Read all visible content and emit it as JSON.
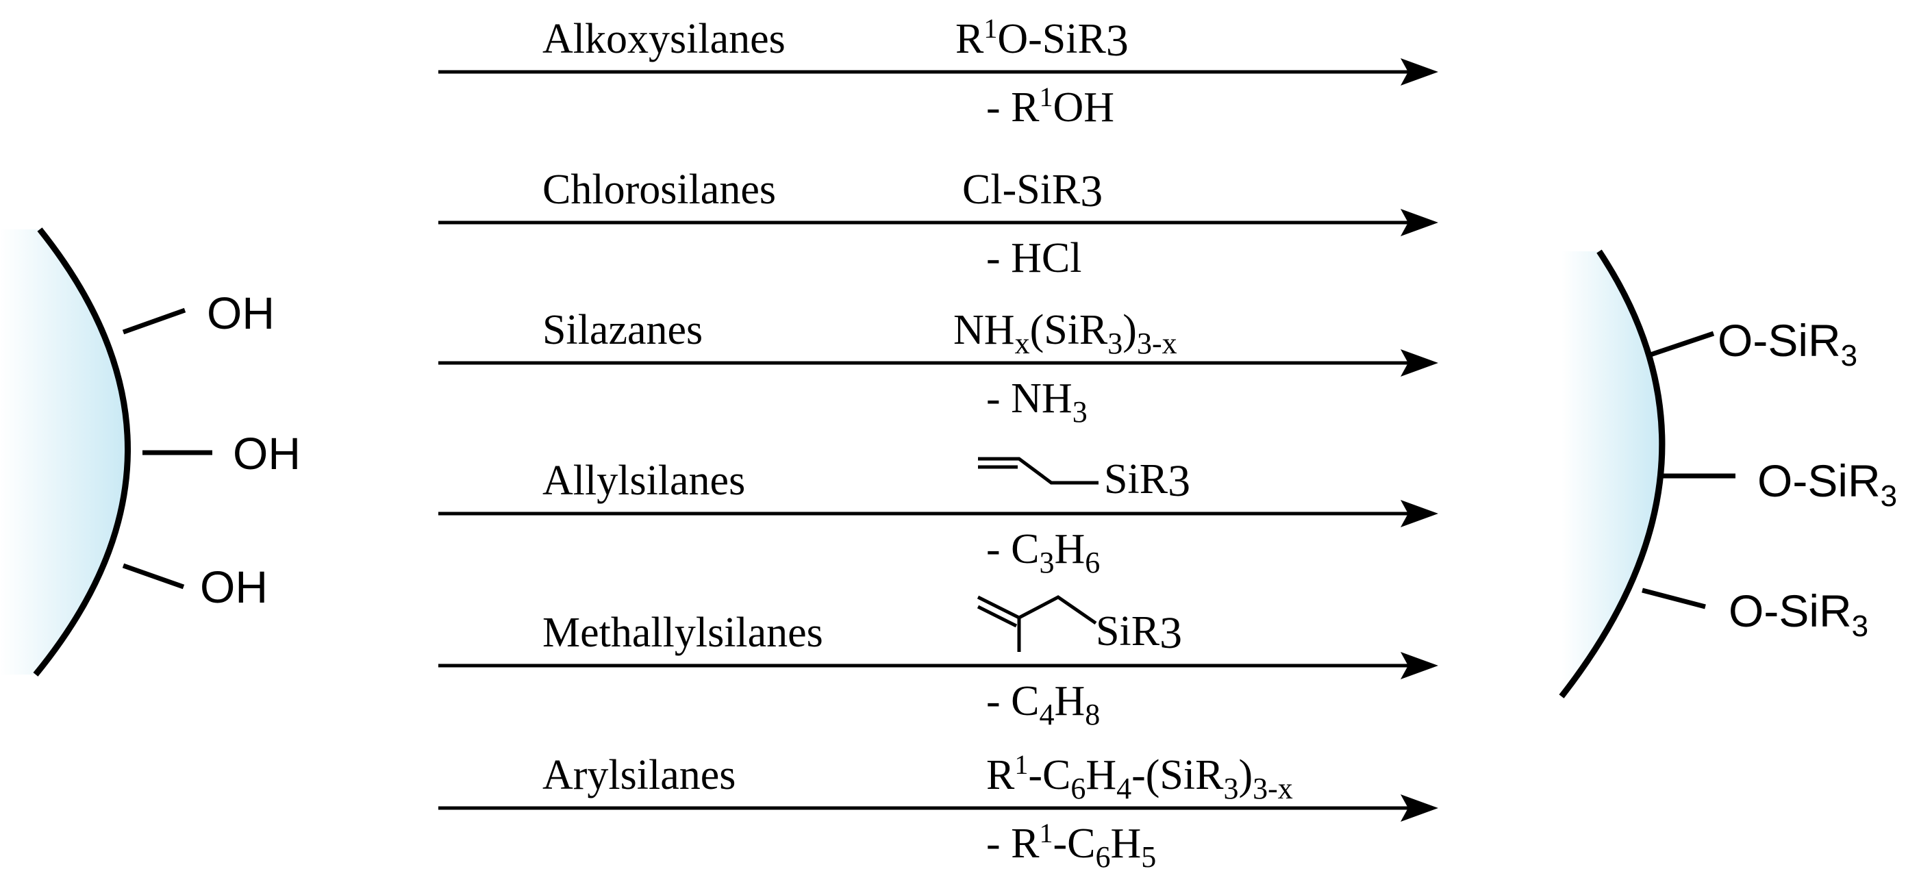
{
  "particle_left": {
    "groups": [
      "OH",
      "OH",
      "OH"
    ]
  },
  "particle_right": {
    "groups": [
      {
        "main": "O-SiR",
        "sub": "3"
      },
      {
        "main": "O-SiR",
        "sub": "3"
      },
      {
        "main": "O-SiR",
        "sub": "3"
      }
    ]
  },
  "reactions": [
    {
      "name": "Alkoxysilanes",
      "reagent": [
        {
          "t": "R"
        },
        {
          "t": "1",
          "sup": true
        },
        {
          "t": "O-SiR"
        },
        {
          "t": "3",
          "big": true
        }
      ],
      "byproduct": [
        {
          "t": "- R"
        },
        {
          "t": "1",
          "sup": true
        },
        {
          "t": "OH"
        }
      ]
    },
    {
      "name": "Chlorosilanes",
      "reagent": [
        {
          "t": "Cl-SiR"
        },
        {
          "t": "3",
          "big": true
        }
      ],
      "byproduct": [
        {
          "t": "- HCl"
        }
      ]
    },
    {
      "name": "Silazanes",
      "reagent": [
        {
          "t": "NH"
        },
        {
          "t": "x",
          "sub": true
        },
        {
          "t": "(SiR"
        },
        {
          "t": "3",
          "sub": true
        },
        {
          "t": ")"
        },
        {
          "t": "3-x",
          "sub": true
        }
      ],
      "byproduct": [
        {
          "t": "- NH"
        },
        {
          "t": "3",
          "sub": true
        }
      ]
    },
    {
      "name": "Allylsilanes",
      "reagent": [
        {
          "t": "SiR"
        },
        {
          "t": "3",
          "big": true
        }
      ],
      "structure": "allyl",
      "byproduct": [
        {
          "t": "- C"
        },
        {
          "t": "3",
          "sub": true
        },
        {
          "t": "H"
        },
        {
          "t": "6",
          "sub": true
        }
      ]
    },
    {
      "name": "Methallylsilanes",
      "reagent": [
        {
          "t": "SiR"
        },
        {
          "t": "3",
          "big": true
        }
      ],
      "structure": "methallyl",
      "byproduct": [
        {
          "t": "- C"
        },
        {
          "t": "4",
          "sub": true
        },
        {
          "t": "H"
        },
        {
          "t": "8",
          "sub": true
        }
      ]
    },
    {
      "name": "Arylsilanes",
      "reagent": [
        {
          "t": "R"
        },
        {
          "t": "1",
          "sup": true
        },
        {
          "t": "-C"
        },
        {
          "t": "6",
          "sub": true
        },
        {
          "t": "H"
        },
        {
          "t": "4",
          "sub": true
        },
        {
          "t": "-(SiR"
        },
        {
          "t": "3",
          "sub": true
        },
        {
          "t": ")"
        },
        {
          "t": "3-x",
          "sub": true
        }
      ],
      "byproduct": [
        {
          "t": "- R"
        },
        {
          "t": "1",
          "sup": true
        },
        {
          "t": "-C"
        },
        {
          "t": "6",
          "sub": true
        },
        {
          "t": "H"
        },
        {
          "t": "5",
          "sub": true
        }
      ]
    }
  ],
  "colors": {
    "particle_fill_edge": "#c9e9f4",
    "particle_fill_center": "#ffffff",
    "line": "#000000"
  }
}
